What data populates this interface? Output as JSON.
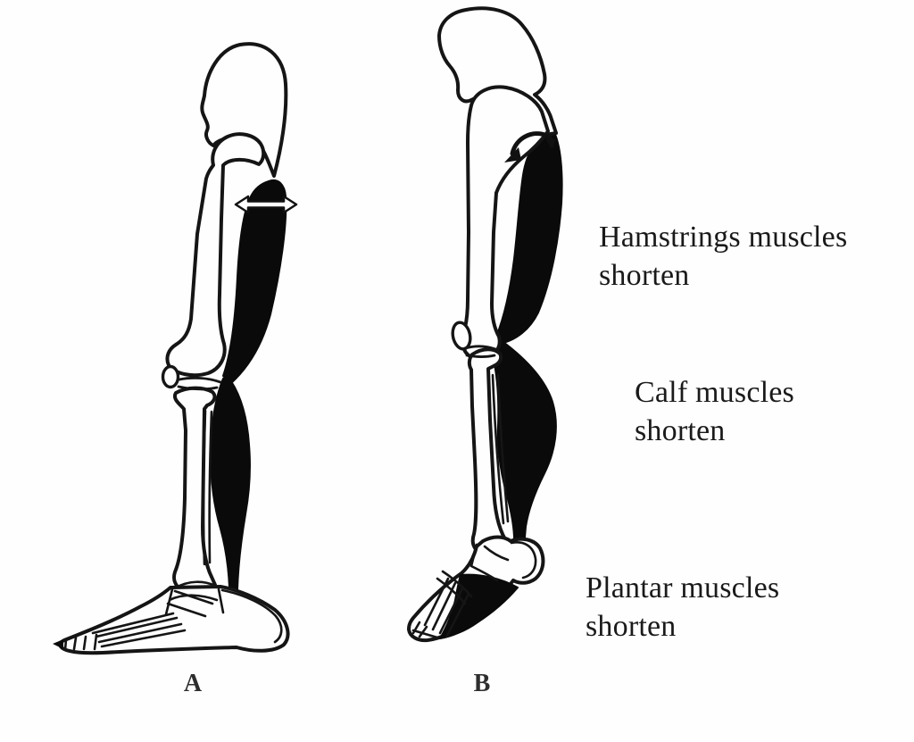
{
  "page": {
    "background": "#fefefe",
    "ink": "#151515",
    "muscle_fill": "#0a0a0a"
  },
  "annotations": {
    "hamstrings": "Hamstrings muscles\nshorten",
    "calf": "Calf muscles\nshorten",
    "plantar": "Plantar muscles\nshorten"
  },
  "figures": {
    "a": {
      "label": "A"
    },
    "b": {
      "label": "B"
    }
  },
  "icons": {
    "width_arrow": "double-headed-arrow-icon",
    "rotation_arrow": "curved-rotation-arrow-icon"
  }
}
